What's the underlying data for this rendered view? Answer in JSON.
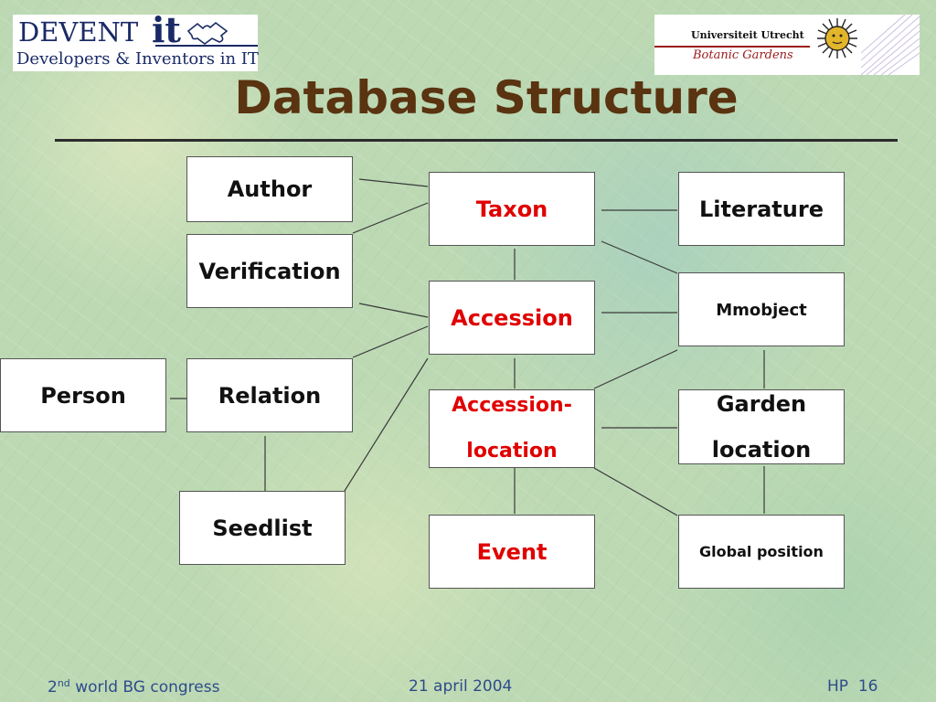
{
  "logos": {
    "devent_word": "DEVENT",
    "devent_it": "it",
    "devent_tagline": "Developers & Inventors in IT",
    "uu_name": "Universiteit Utrecht",
    "uu_sub": "Botanic Gardens"
  },
  "title": "Database Structure",
  "entities": {
    "author": "Author",
    "verification": "Verification",
    "person": "Person",
    "relation": "Relation",
    "seedlist": "Seedlist",
    "taxon": "Taxon",
    "accession": "Accession",
    "accession_location_line1": "Accession-",
    "accession_location_line2": "location",
    "event": "Event",
    "literature": "Literature",
    "mmobject": "Mmobject",
    "garden_location_line1": "Garden",
    "garden_location_line2": "location",
    "global_position": "Global position"
  },
  "footer": {
    "congress_num": "2",
    "congress_sup": "nd",
    "congress_rest": " world BG congress",
    "date": "21 april 2004",
    "author": "HP",
    "page": "16"
  },
  "colors": {
    "title": "#5a3310",
    "highlight": "#e00000",
    "footer": "#2f4b8a"
  }
}
